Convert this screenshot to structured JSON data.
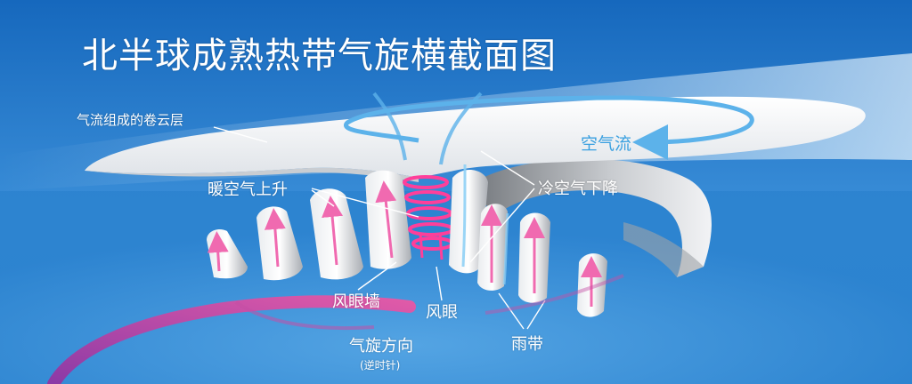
{
  "title": "北半球成熟热带气旋横截面图",
  "labels": {
    "cirrus_layer": "气流组成的卷云层",
    "airflow": "空气流",
    "warm_air_rising": "暖空气上升",
    "cold_air_sinking": "冷空气下降",
    "eyewall": "风眼墙",
    "eye": "风眼",
    "rain_bands": "雨带",
    "rotation_direction": "气旋方向",
    "rotation_direction_note": "(逆时针)"
  },
  "colors": {
    "sky_top": "#1a73c4",
    "ocean": "#3b8fd8",
    "cloud_white": "#f7f9fb",
    "cloud_shade": "#b8bcc2",
    "warm_arrow": "#f06ab0",
    "eye_spiral": "#ff3f9a",
    "cold_arrow": "#8fd0f5",
    "airflow_arrow": "#5cb2ea",
    "rotation_arrow": "#c54fa6"
  }
}
